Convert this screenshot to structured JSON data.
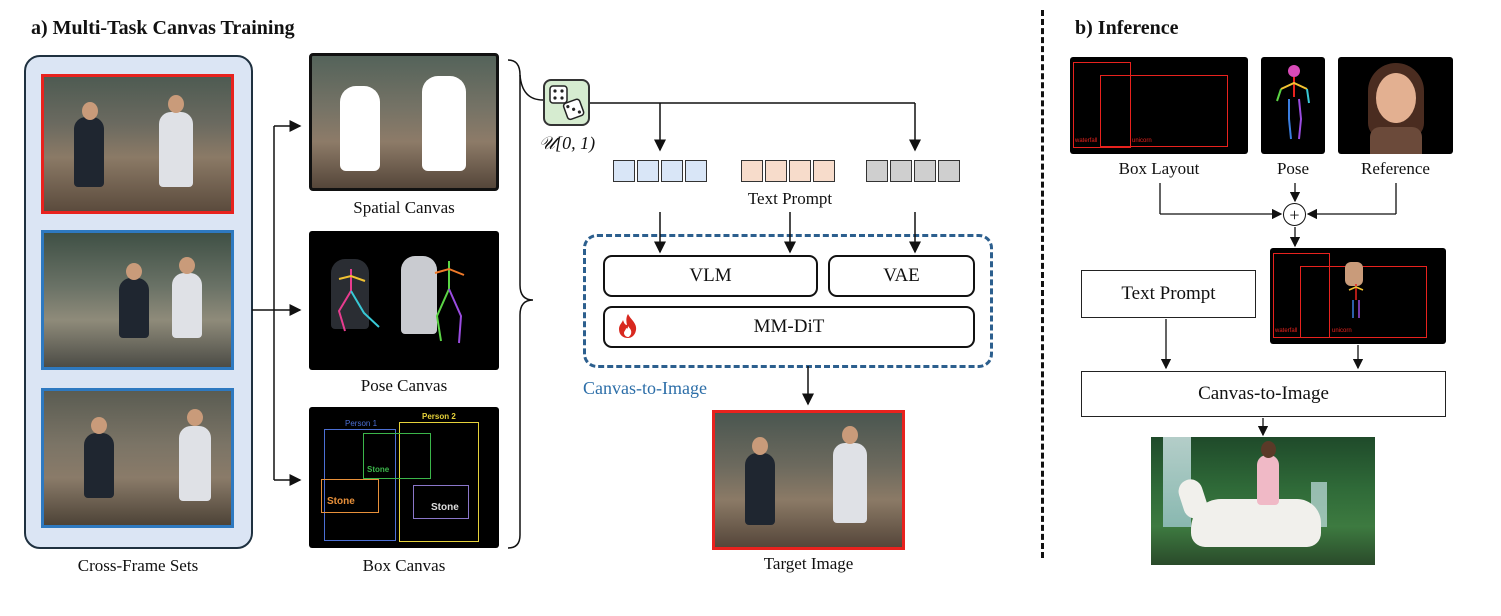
{
  "panel_a": {
    "title": "a) Multi-Task Canvas Training",
    "cross_frame_label": "Cross-Frame Sets",
    "canvases": [
      {
        "label": "Spatial Canvas"
      },
      {
        "label": "Pose Canvas"
      },
      {
        "label": "Box Canvas"
      }
    ],
    "box_canvas_labels": {
      "person1": "Person 1",
      "person2": "Person 2",
      "stone_green": "Stone",
      "stone_orange": "Stone",
      "stone_purple": "Stone"
    },
    "sampler_label": "𝒰[0, 1)",
    "text_prompt_label": "Text Prompt",
    "vlm_label": "VLM",
    "vae_label": "VAE",
    "mmdit_label": "MM-DiT",
    "canvas_to_image_label": "Canvas-to-Image",
    "target_label": "Target Image"
  },
  "panel_b": {
    "title": "b) Inference",
    "box_layout_label": "Box Layout",
    "pose_label": "Pose",
    "reference_label": "Reference",
    "plus_symbol": "+",
    "text_prompt_label": "Text Prompt",
    "canvas_to_image_label": "Canvas-to-Image",
    "box_tags": {
      "waterfall": "waterfall",
      "unicorn": "unicorn"
    }
  },
  "colors": {
    "red_frame": "#e8221e",
    "blue_frame": "#2e79c0",
    "dashed_blue": "#2c5f8e",
    "token_blue": "#d9e6f7",
    "token_peach": "#f7dccb",
    "token_gray": "#cfcfcf"
  }
}
